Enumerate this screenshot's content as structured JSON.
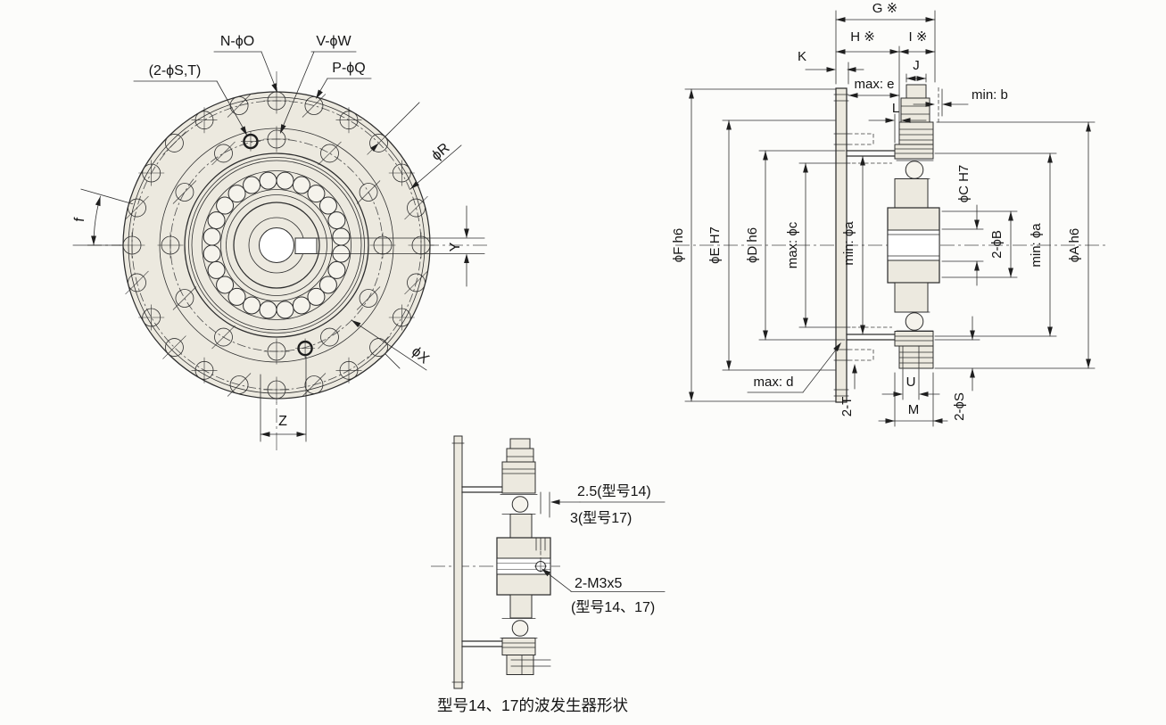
{
  "front_view": {
    "labels": {
      "n_o": "N-ϕO",
      "v_w": "V-ϕW",
      "s_t": "(2-ϕS,T)",
      "p_q": "P-ϕQ",
      "phi_r": "ϕR",
      "phi_x": "ϕX",
      "f": "f",
      "y": "Y",
      "z": "Z"
    }
  },
  "section_view": {
    "labels": {
      "g": "G ※",
      "h": "H ※",
      "i": "I ※",
      "k": "K",
      "j": "J",
      "max_e": "max: e",
      "min_b": "min: b",
      "l": "L",
      "phi_f": "ϕF h6",
      "phi_e": "ϕE H7",
      "phi_d": "ϕD h6",
      "max_c": "max: ϕc",
      "min_a_left": "min: ϕa",
      "phi_c": "ϕC H7",
      "two_b": "2-ϕB",
      "min_a_right": "min: ϕa",
      "phi_a": "ϕA h6",
      "max_d": "max: d",
      "two_t": "2-T",
      "u": "U",
      "m": "M",
      "two_s": "2-ϕS"
    }
  },
  "detail_view": {
    "labels": {
      "dim14": "2.5(型号14)",
      "dim17": "3(型号17)",
      "screw": "2-M3x5",
      "screw_models": "(型号14、17)",
      "caption": "型号14、17的波发生器形状"
    }
  },
  "colors": {
    "line": "#2e2e2e",
    "fill": "#ece9df",
    "centerline": "#8f8f8f",
    "background": "#fcfcfa"
  }
}
